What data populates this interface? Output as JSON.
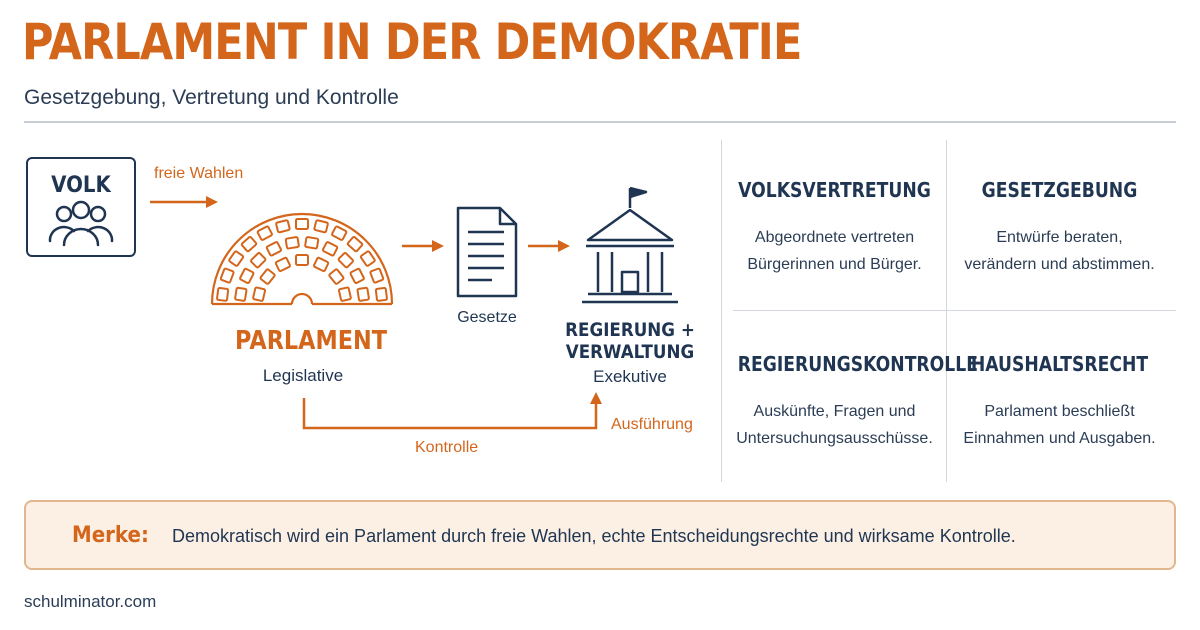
{
  "header": {
    "title": "PARLAMENT IN DER DEMOKRATIE",
    "subtitle": "Gesetzgebung, Vertretung und Kontrolle"
  },
  "diagram": {
    "volk": "VOLK",
    "freie_wahlen": "freie Wahlen",
    "parlament": "PARLAMENT",
    "legislative": "Legislative",
    "gesetze": "Gesetze",
    "regierung_line1": "REGIERUNG +",
    "regierung_line2": "VERWALTUNG",
    "exekutive": "Exekutive",
    "ausfuehrung": "Ausführung",
    "kontrolle": "Kontrolle"
  },
  "functions": [
    {
      "title": "VOLKSVERTRETUNG",
      "line1": "Abgeordnete vertreten",
      "line2": "Bürgerinnen und Bürger."
    },
    {
      "title": "GESETZGEBUNG",
      "line1": "Entwürfe beraten,",
      "line2": "verändern und abstimmen."
    },
    {
      "title": "REGIERUNGSKONTROLLE",
      "line1": "Auskünfte, Fragen und",
      "line2": "Untersuchungsausschüsse."
    },
    {
      "title": "HAUSHALTSRECHT",
      "line1": "Parlament beschließt",
      "line2": "Einnahmen und Ausgaben."
    }
  ],
  "merke": {
    "label": "Merke:",
    "text": "Demokratisch wird ein Parlament durch freie Wahlen, echte Entscheidungsrechte und wirksame Kontrolle."
  },
  "footer": {
    "source": "schulminator.com"
  },
  "colors": {
    "accent": "#d4661c",
    "navy": "#1f3552",
    "note_bg": "#fbf0e3"
  },
  "icons": [
    "people-icon",
    "parliament-hemicycle-icon",
    "document-icon",
    "government-building-icon",
    "arrow-icon"
  ]
}
